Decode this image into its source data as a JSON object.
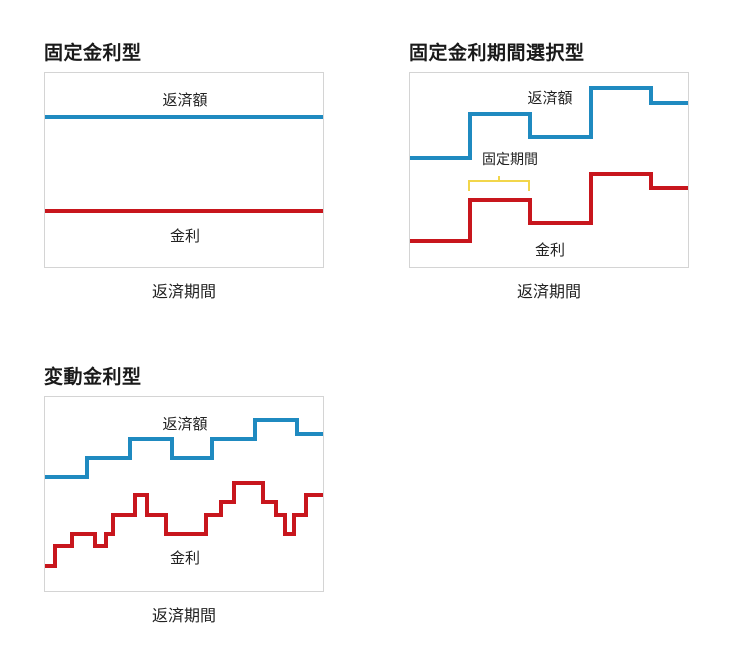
{
  "colors": {
    "payment": "#1f8ac0",
    "rate": "#c8161d",
    "bracket": "#f2d64b",
    "border": "#d4d4d4"
  },
  "panels": [
    {
      "id": "fixed",
      "title": "固定金利型",
      "x_axis_label": "返済期間",
      "labels": {
        "payment": "返済額",
        "rate": "金利"
      }
    },
    {
      "id": "fixed-period",
      "title": "固定金利期間選択型",
      "x_axis_label": "返済期間",
      "labels": {
        "payment": "返済額",
        "rate": "金利",
        "fixed_period": "固定期間"
      }
    },
    {
      "id": "variable",
      "title": "変動金利型",
      "x_axis_label": "返済期間",
      "labels": {
        "payment": "返済額",
        "rate": "金利"
      }
    }
  ],
  "chart_data": [
    {
      "type": "line",
      "title": "固定金利型",
      "xlabel": "返済期間",
      "step": true,
      "series": [
        {
          "name": "返済額",
          "points": [
            [
              0,
              44
            ],
            [
              278,
              44
            ]
          ]
        },
        {
          "name": "金利",
          "points": [
            [
              0,
              138
            ],
            [
              278,
              138
            ]
          ]
        }
      ]
    },
    {
      "type": "line",
      "title": "固定金利期間選択型",
      "xlabel": "返済期間",
      "step": true,
      "annotation": "固定期間",
      "series": [
        {
          "name": "返済額",
          "points": [
            [
              0,
              85
            ],
            [
              60,
              85
            ],
            [
              60,
              41
            ],
            [
              120,
              41
            ],
            [
              120,
              64
            ],
            [
              181,
              64
            ],
            [
              181,
              15
            ],
            [
              241,
              15
            ],
            [
              241,
              30
            ],
            [
              278,
              30
            ]
          ]
        },
        {
          "name": "金利",
          "points": [
            [
              0,
              168
            ],
            [
              60,
              168
            ],
            [
              60,
              127
            ],
            [
              120,
              127
            ],
            [
              120,
              150
            ],
            [
              181,
              150
            ],
            [
              181,
              101
            ],
            [
              241,
              101
            ],
            [
              241,
              115
            ],
            [
              278,
              115
            ]
          ]
        }
      ],
      "bracket": {
        "x1": 59,
        "x2": 119,
        "y": 108,
        "tick": 10
      }
    },
    {
      "type": "line",
      "title": "変動金利型",
      "xlabel": "返済期間",
      "step": true,
      "series": [
        {
          "name": "返済額",
          "points": [
            [
              0,
              80
            ],
            [
              42,
              80
            ],
            [
              42,
              61
            ],
            [
              85,
              61
            ],
            [
              85,
              42
            ],
            [
              127,
              42
            ],
            [
              127,
              61
            ],
            [
              167,
              61
            ],
            [
              167,
              42
            ],
            [
              210,
              42
            ],
            [
              210,
              23
            ],
            [
              252,
              23
            ],
            [
              252,
              37
            ],
            [
              278,
              37
            ]
          ]
        },
        {
          "name": "金利",
          "points": [
            [
              0,
              169
            ],
            [
              10,
              169
            ],
            [
              10,
              149
            ],
            [
              27,
              149
            ],
            [
              27,
              137
            ],
            [
              50,
              137
            ],
            [
              50,
              149
            ],
            [
              61,
              149
            ],
            [
              61,
              137
            ],
            [
              68,
              137
            ],
            [
              68,
              118
            ],
            [
              90,
              118
            ],
            [
              90,
              98
            ],
            [
              102,
              98
            ],
            [
              102,
              118
            ],
            [
              121,
              118
            ],
            [
              121,
              137
            ],
            [
              161,
              137
            ],
            [
              161,
              118
            ],
            [
              176,
              118
            ],
            [
              176,
              105
            ],
            [
              189,
              105
            ],
            [
              189,
              86
            ],
            [
              218,
              86
            ],
            [
              218,
              105
            ],
            [
              231,
              105
            ],
            [
              231,
              118
            ],
            [
              240,
              118
            ],
            [
              240,
              137
            ],
            [
              249,
              137
            ],
            [
              249,
              118
            ],
            [
              261,
              118
            ],
            [
              261,
              98
            ],
            [
              278,
              98
            ]
          ]
        }
      ]
    }
  ]
}
